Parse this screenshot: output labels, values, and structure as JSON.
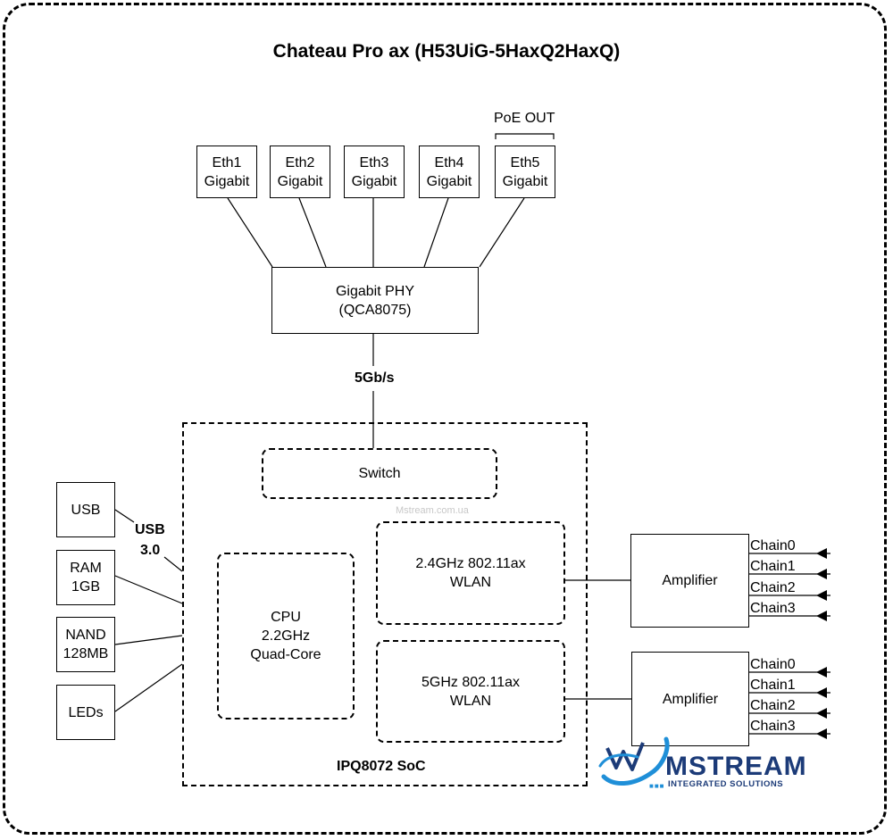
{
  "title": "Chateau Pro ax (H53UiG-5HaxQ2HaxQ)",
  "poe_label": "PoE OUT",
  "ports": [
    {
      "name": "Eth1",
      "speed": "Gigabit"
    },
    {
      "name": "Eth2",
      "speed": "Gigabit"
    },
    {
      "name": "Eth3",
      "speed": "Gigabit"
    },
    {
      "name": "Eth4",
      "speed": "Gigabit"
    },
    {
      "name": "Eth5",
      "speed": "Gigabit"
    }
  ],
  "phy": {
    "line1": "Gigabit PHY",
    "line2": "(QCA8075)"
  },
  "link_speed": "5Gb/s",
  "soc": {
    "label": "IPQ8072 SoC",
    "switch": "Switch",
    "cpu": {
      "line1": "CPU",
      "line2": "2.2GHz",
      "line3": "Quad-Core"
    },
    "wlan24": {
      "line1": "2.4GHz 802.11ax",
      "line2": "WLAN"
    },
    "wlan5": {
      "line1": "5GHz 802.11ax",
      "line2": "WLAN"
    }
  },
  "peripherals": {
    "usb": "USB",
    "usb_bus_line1": "USB",
    "usb_bus_line2": "3.0",
    "ram": {
      "line1": "RAM",
      "line2": "1GB"
    },
    "nand": {
      "line1": "NAND",
      "line2": "128MB"
    },
    "leds": "LEDs"
  },
  "amplifiers": [
    {
      "label": "Amplifier",
      "chains": [
        "Chain0",
        "Chain1",
        "Chain2",
        "Chain3"
      ]
    },
    {
      "label": "Amplifier",
      "chains": [
        "Chain0",
        "Chain1",
        "Chain2",
        "Chain3"
      ]
    }
  ],
  "watermark": "Mstream.com.ua",
  "logo": {
    "name": "MSTREAM",
    "tagline": "INTEGRATED SOLUTIONS"
  },
  "colors": {
    "line": "#000000",
    "logo_primary": "#1c3b78",
    "logo_accent": "#1f8fd8"
  }
}
